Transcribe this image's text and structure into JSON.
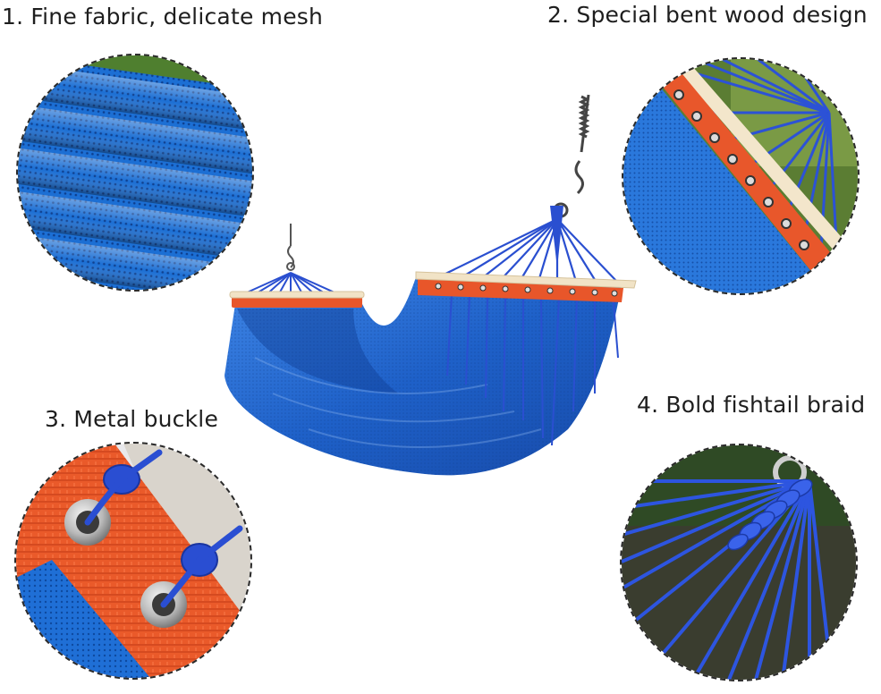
{
  "captions": {
    "c1": "1. Fine fabric, delicate mesh",
    "c2": "2. Special bent wood design",
    "c3": "3. Metal buckle",
    "c4": "4. Bold fishtail braid"
  },
  "colors": {
    "mesh_blue": "#1f6fd0",
    "rope_blue": "#2a4fd0",
    "band_orange": "#e8562a",
    "wood": "#f1e3c6",
    "grass": "#6f8a3c"
  },
  "icons": {
    "detail1": "fabric-mesh-closeup",
    "detail2": "bent-wood-bar-closeup",
    "detail3": "metal-grommet-closeup",
    "detail4": "fishtail-braid-closeup",
    "main": "blue-mesh-hammock"
  }
}
